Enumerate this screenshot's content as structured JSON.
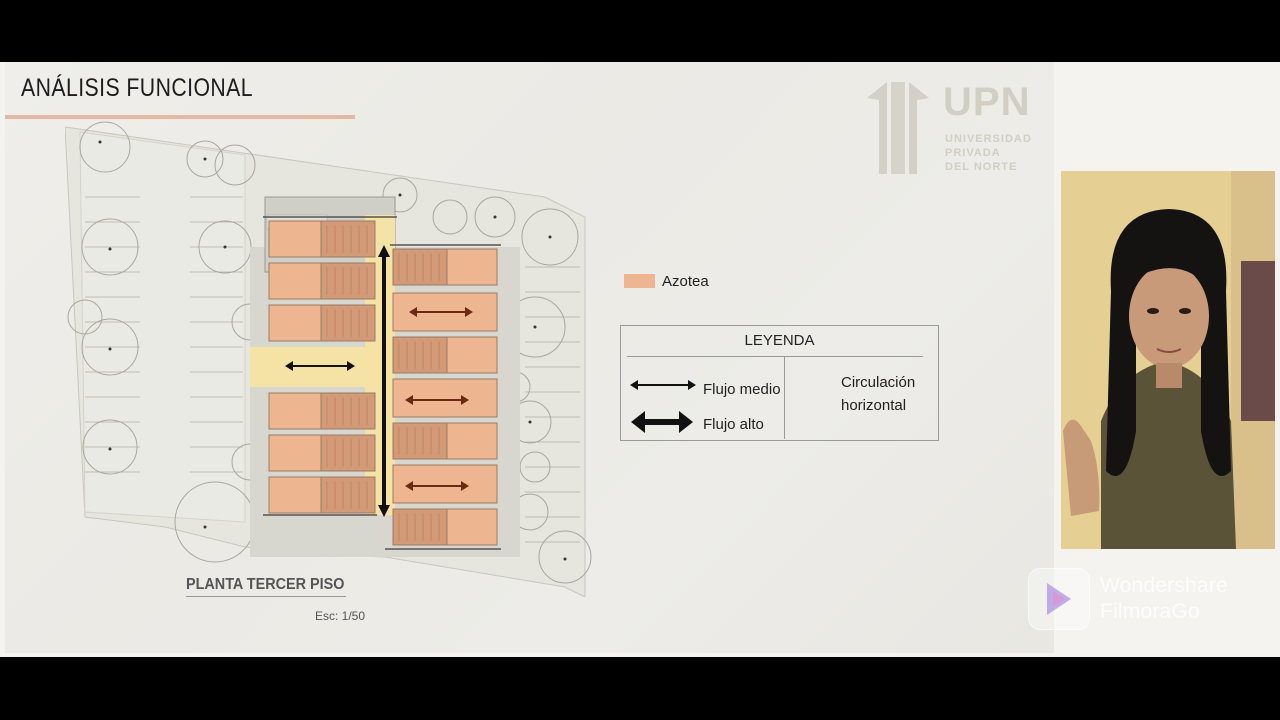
{
  "slide": {
    "title": "ANÁLISIS FUNCIONAL",
    "logo": {
      "acronym": "UPN",
      "line1": "UNIVERSIDAD",
      "line2": "PRIVADA",
      "line3": "DEL NORTE"
    },
    "plan": {
      "caption": "PLANTA TERCER PISO",
      "scale": "Esc: 1/50"
    },
    "azotea_label": "Azotea",
    "legend": {
      "title": "LEYENDA",
      "flujo_medio": "Flujo medio",
      "flujo_alto": "Flujo alto",
      "description_line1": "Circulación",
      "description_line2": "horizontal"
    }
  },
  "watermark": {
    "line1": "Wondershare",
    "line2": "FilmoraGo"
  },
  "colors": {
    "azotea": "#eeb690",
    "title_underline": "#e3b9a3",
    "arrow_flow": "#6b2a14",
    "corridor": "#f4e3a4"
  }
}
